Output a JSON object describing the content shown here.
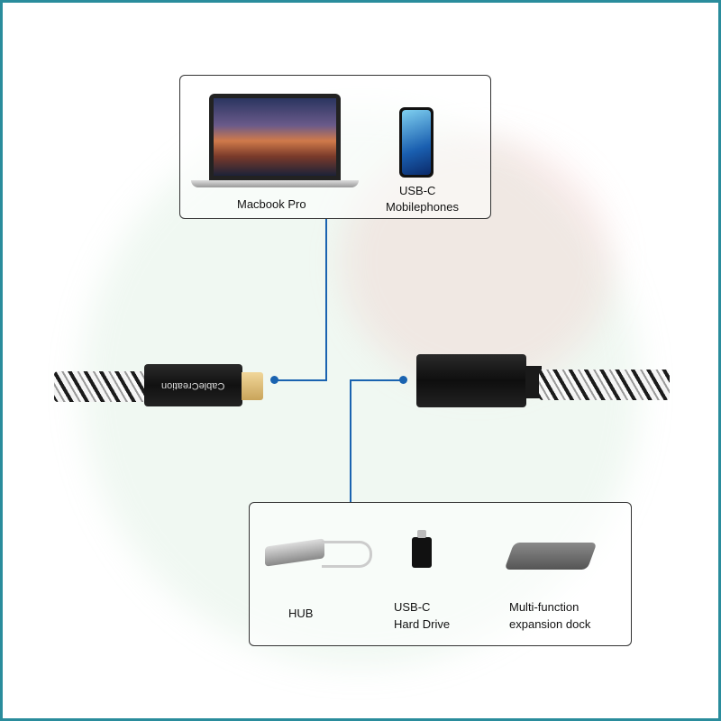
{
  "top_panel": {
    "devices": [
      {
        "label": "Macbook Pro"
      },
      {
        "label_line1": "USB-C",
        "label_line2": "Mobilephones"
      }
    ]
  },
  "cable": {
    "brand": "CableCreation"
  },
  "bottom_panel": {
    "devices": [
      {
        "label": "HUB"
      },
      {
        "label_line1": "USB-C",
        "label_line2": "Hard Drive"
      },
      {
        "label_line1": "Multi-function",
        "label_line2": "expansion dock"
      }
    ]
  },
  "colors": {
    "frame": "#2a8c9c",
    "connector_line": "#1a63b0"
  }
}
